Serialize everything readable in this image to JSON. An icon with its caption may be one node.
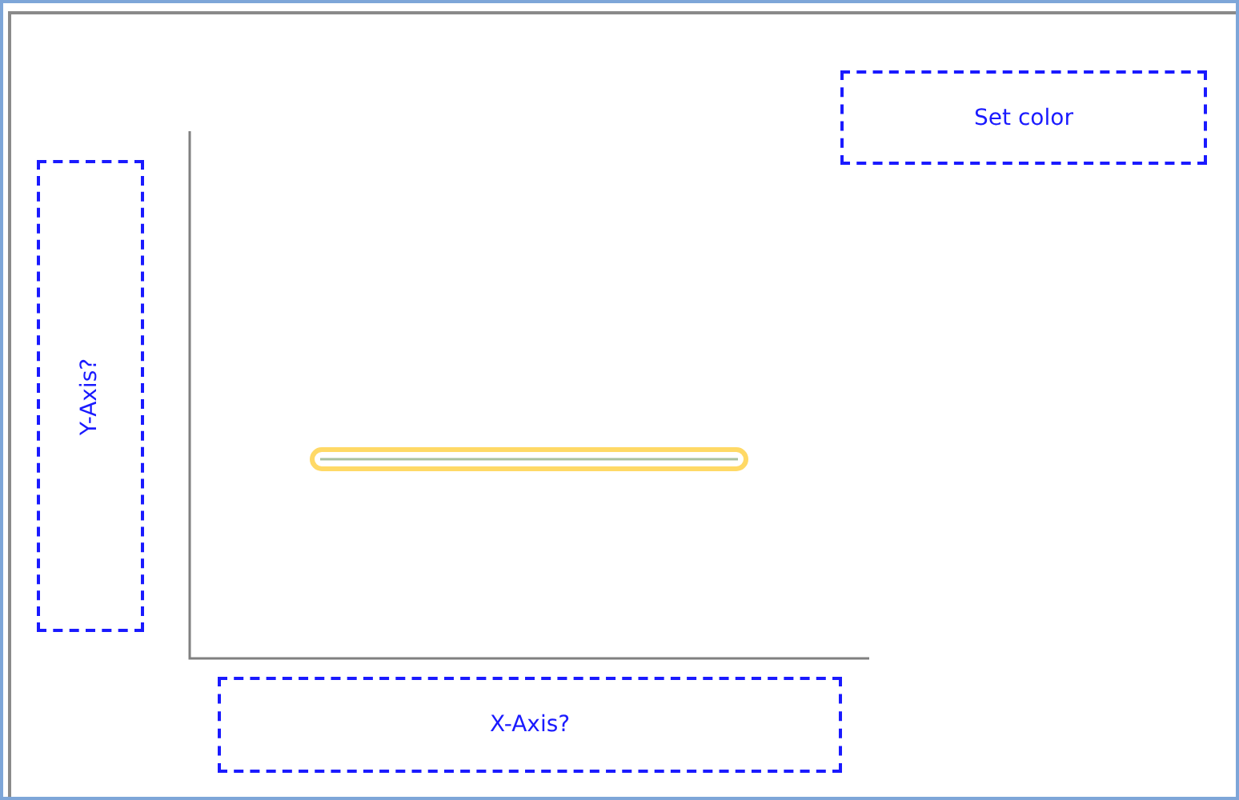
{
  "diagram": {
    "nodes": [
      {
        "text": [
          "Set color"
        ]
      },
      {
        "text": [
          "Y-Axis?"
        ]
      },
      {
        "text": [
          "X-Axis?"
        ]
      }
    ]
  }
}
